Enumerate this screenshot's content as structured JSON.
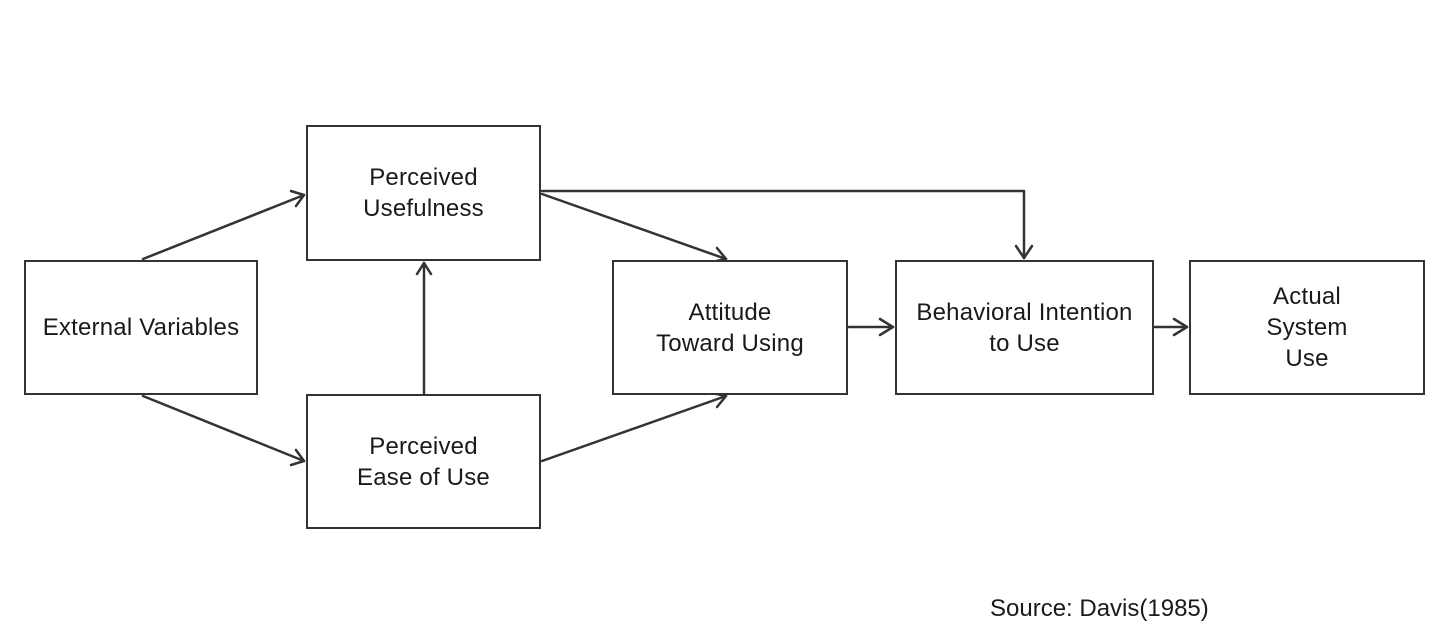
{
  "nodes": {
    "external": {
      "lines": [
        "External Variables"
      ]
    },
    "pu": {
      "lines": [
        "Perceived",
        "Usefulness"
      ]
    },
    "peou": {
      "lines": [
        "Perceived",
        "Ease of Use"
      ]
    },
    "att": {
      "lines": [
        "Attitude",
        "Toward Using"
      ]
    },
    "bi": {
      "lines": [
        "Behavioral Intention",
        "to Use"
      ]
    },
    "use": {
      "lines": [
        "Actual",
        "System",
        "Use"
      ]
    }
  },
  "edges": [
    {
      "from": "external",
      "to": "pu"
    },
    {
      "from": "external",
      "to": "peou"
    },
    {
      "from": "peou",
      "to": "pu"
    },
    {
      "from": "pu",
      "to": "att"
    },
    {
      "from": "peou",
      "to": "att"
    },
    {
      "from": "pu",
      "to": "bi"
    },
    {
      "from": "att",
      "to": "bi"
    },
    {
      "from": "bi",
      "to": "use"
    }
  ],
  "source": "Source: Davis(1985)",
  "colors": {
    "line": "#333333",
    "text": "#1a1a1a",
    "background": "#ffffff"
  }
}
